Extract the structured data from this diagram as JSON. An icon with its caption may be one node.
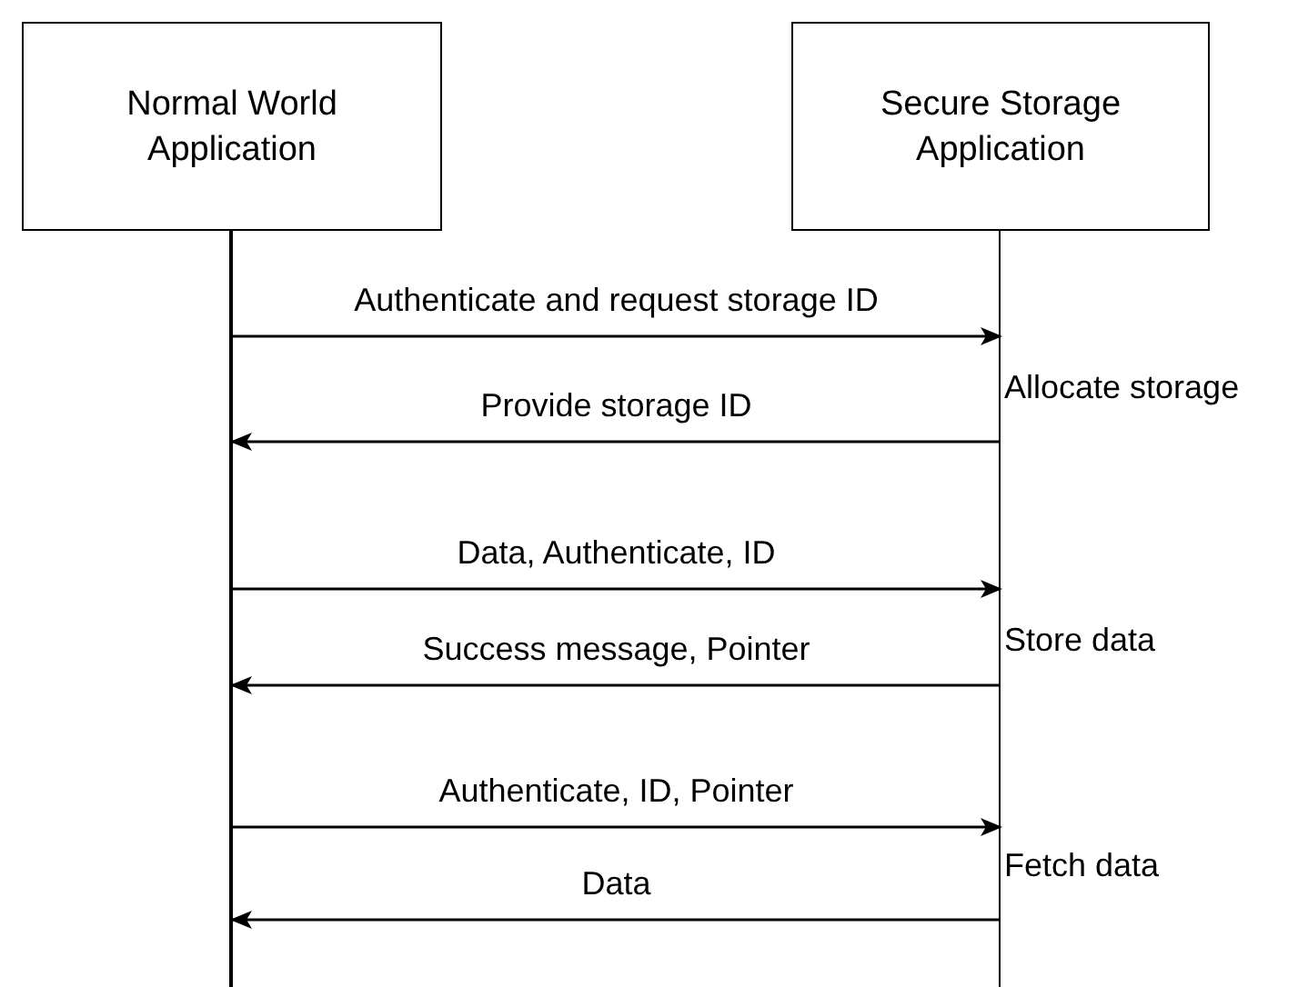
{
  "diagram": {
    "nodes": [
      {
        "text": [
          "Normal World Application"
        ]
      },
      {
        "text": [
          "Secure Storage Application"
        ]
      }
    ],
    "edges": [
      {
        "from": 0,
        "to": 1,
        "arrow": "to",
        "label": "Authenticate and request storage ID"
      },
      {
        "from": 1,
        "to": 0,
        "arrow": "to",
        "label": "Provide storage ID"
      },
      {
        "from": 0,
        "to": 1,
        "arrow": "to",
        "label": "Data, Authenticate, ID"
      },
      {
        "from": 1,
        "to": 0,
        "arrow": "to",
        "label": "Success message, Pointer"
      },
      {
        "from": 0,
        "to": 1,
        "arrow": "to",
        "label": "Authenticate, ID, Pointer"
      },
      {
        "from": 1,
        "to": 0,
        "arrow": "to",
        "label": "Data"
      }
    ],
    "labels": [
      "Allocate storage",
      "Store data",
      "Fetch data"
    ]
  }
}
